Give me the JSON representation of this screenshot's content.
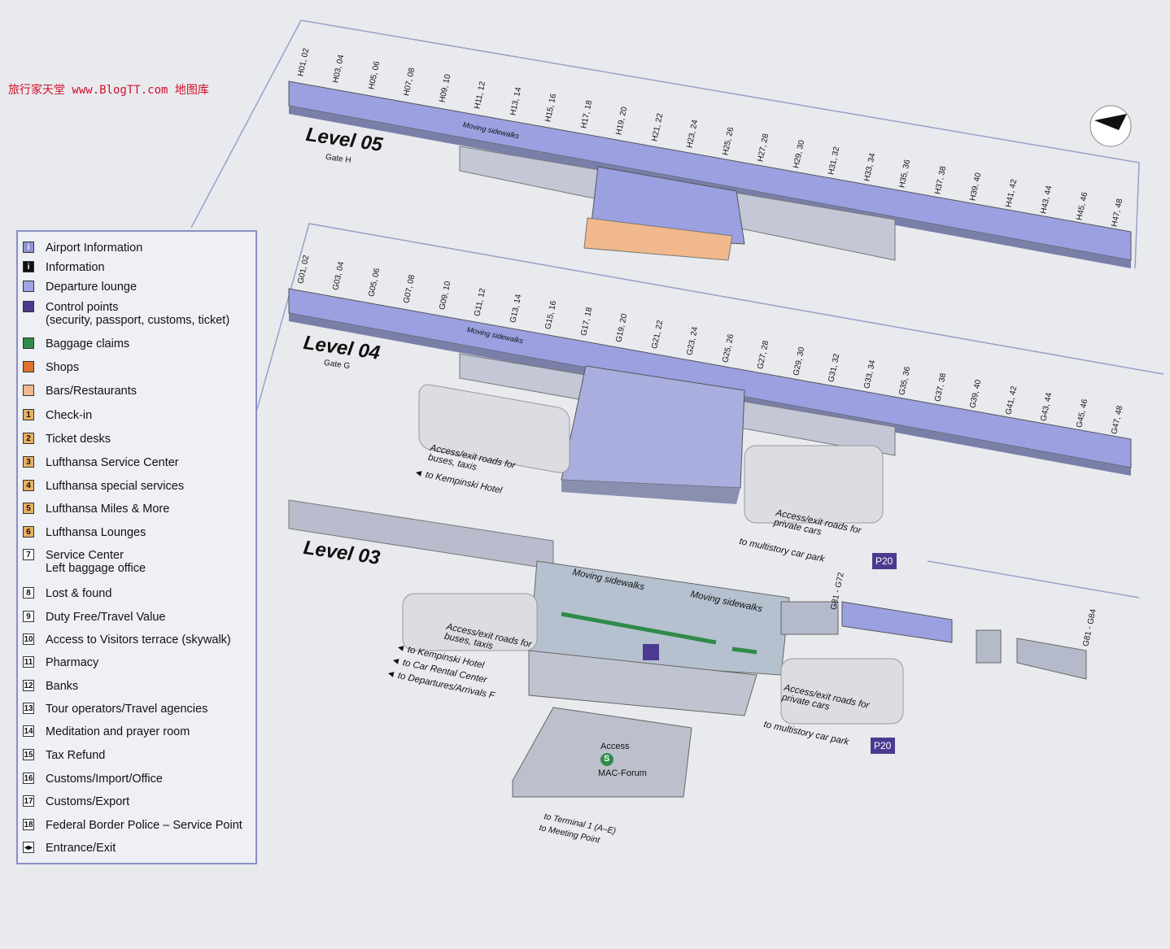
{
  "watermark": "旅行家天堂 www.BlogTT.com 地图库",
  "levels": [
    {
      "title": "Level 05",
      "subtitle": "Gate H",
      "gates": [
        "H01, 02",
        "H03, 04",
        "H05, 06",
        "H07, 08",
        "H09, 10",
        "H11, 12",
        "H13, 14",
        "H15, 16",
        "H17, 18",
        "H19, 20",
        "H21, 22",
        "H23, 24",
        "H25, 26",
        "H27, 28",
        "H29, 30",
        "H31, 32",
        "H33, 34",
        "H35, 36",
        "H37, 38",
        "H39, 40",
        "H41, 42",
        "H43, 44",
        "H45, 46",
        "H47, 48"
      ],
      "sidewalk": "Moving sidewalks"
    },
    {
      "title": "Level 04",
      "subtitle": "Gate G",
      "gates": [
        "G01, 02",
        "G03, 04",
        "G05, 06",
        "G07, 08",
        "G09, 10",
        "G11, 12",
        "G13, 14",
        "G15, 16",
        "G17, 18",
        "G19, 20",
        "G21, 22",
        "G23, 24",
        "G25, 26",
        "G27, 28",
        "G29, 30",
        "G31, 32",
        "G33, 34",
        "G35, 36",
        "G37, 38",
        "G39, 40",
        "G41, 42",
        "G43, 44",
        "G45, 46",
        "G47, 48"
      ],
      "sidewalk": "Moving sidewalks"
    },
    {
      "title": "Level 03",
      "sidewalk1": "Moving sidewalks",
      "sidewalk2": "Moving sidewalks",
      "gates_a": "G81 - G72",
      "gates_b": "G81 - G84"
    }
  ],
  "notes": {
    "l04_bus": "Access/exit roads for buses, taxis",
    "l04_kemp": "◄ to Kempinski Hotel",
    "l04_cars": "Access/exit roads for private cars",
    "l04_park": "to multistory car park",
    "p20": "P20",
    "l03_bus": "Access/exit roads for buses, taxis",
    "l03_kemp": "◄ to Kempinski Hotel",
    "l03_car": "◄ to Car Rental Center",
    "l03_dep": "◄ to Departures/Arrivals F",
    "l03_cars": "Access/exit roads for private cars",
    "l03_park": "to multistory car park",
    "access": "Access",
    "sbahn": "S",
    "mac": "MAC-Forum",
    "t1": "to Terminal 1 (A–E)",
    "meet": "to Meeting Point"
  },
  "legend": [
    {
      "sym": "i",
      "color": "#8f94d8",
      "label": "Airport Information"
    },
    {
      "sym": "i",
      "color": "#111111",
      "label": "Information"
    },
    {
      "sym": "",
      "color": "#9ea3e3",
      "label": "Departure lounge"
    },
    {
      "sym": "",
      "color": "#4b3a8f",
      "label": "Control points",
      "label2": "(security, passport, customs, ticket)"
    },
    {
      "sym": "",
      "color": "#2e8b4a",
      "label": "Baggage claims"
    },
    {
      "sym": "",
      "color": "#e0702a",
      "label": "Shops"
    },
    {
      "sym": "",
      "color": "#f0b88c",
      "label": "Bars/Restaurants"
    },
    {
      "sym": "1",
      "color": "#e8b060",
      "label": "Check-in"
    },
    {
      "sym": "2",
      "color": "#e8b060",
      "label": "Ticket desks"
    },
    {
      "sym": "3",
      "color": "#e8b060",
      "label": "Lufthansa Service Center"
    },
    {
      "sym": "4",
      "color": "#e8b060",
      "label": "Lufthansa special services"
    },
    {
      "sym": "5",
      "color": "#e8b060",
      "label": "Lufthansa Miles & More"
    },
    {
      "sym": "6",
      "color": "#e8b060",
      "label": "Lufthansa Lounges"
    },
    {
      "sym": "7",
      "color": "#ffffff",
      "label": "Service Center",
      "label2": "Left baggage office"
    },
    {
      "sym": "8",
      "color": "#ffffff",
      "label": "Lost & found"
    },
    {
      "sym": "9",
      "color": "#ffffff",
      "label": "Duty Free/Travel Value"
    },
    {
      "sym": "10",
      "color": "#ffffff",
      "label": "Access to Visitors terrace (skywalk)"
    },
    {
      "sym": "11",
      "color": "#ffffff",
      "label": "Pharmacy"
    },
    {
      "sym": "12",
      "color": "#ffffff",
      "label": "Banks"
    },
    {
      "sym": "13",
      "color": "#ffffff",
      "label": "Tour operators/Travel agencies"
    },
    {
      "sym": "14",
      "color": "#ffffff",
      "label": "Meditation and prayer room"
    },
    {
      "sym": "15",
      "color": "#ffffff",
      "label": "Tax Refund"
    },
    {
      "sym": "16",
      "color": "#ffffff",
      "label": "Customs/Import/Office"
    },
    {
      "sym": "17",
      "color": "#ffffff",
      "label": "Customs/Export"
    },
    {
      "sym": "18",
      "color": "#ffffff",
      "label": "Federal Border Police – Service Point"
    },
    {
      "sym": "◂▸",
      "color": "#ffffff",
      "label": "Entrance/Exit"
    }
  ]
}
